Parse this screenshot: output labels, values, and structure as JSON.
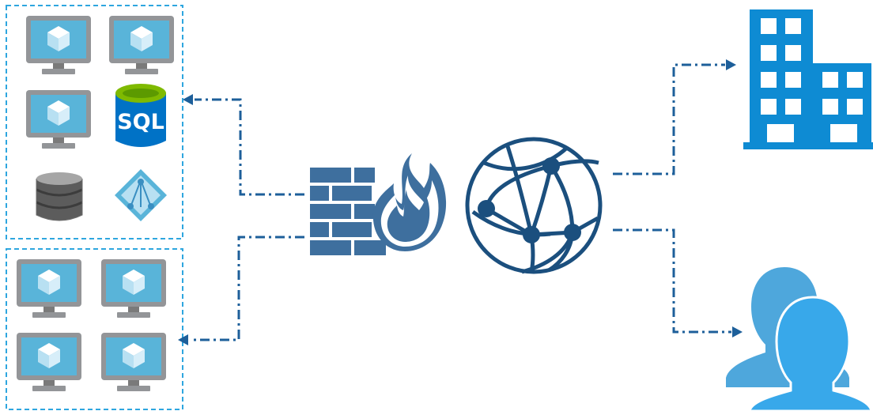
{
  "diagram": {
    "groups": [
      {
        "id": "group-top",
        "items": [
          {
            "kind": "vm",
            "icon": "virtual-machine-icon"
          },
          {
            "kind": "vm",
            "icon": "virtual-machine-icon"
          },
          {
            "kind": "vm",
            "icon": "virtual-machine-icon"
          },
          {
            "kind": "sql",
            "icon": "sql-database-icon",
            "label": "SQL"
          },
          {
            "kind": "storage",
            "icon": "disk-storage-icon"
          },
          {
            "kind": "network",
            "icon": "virtual-network-icon"
          }
        ]
      },
      {
        "id": "group-bottom",
        "items": [
          {
            "kind": "vm",
            "icon": "virtual-machine-icon"
          },
          {
            "kind": "vm",
            "icon": "virtual-machine-icon"
          },
          {
            "kind": "vm",
            "icon": "virtual-machine-icon"
          },
          {
            "kind": "vm",
            "icon": "virtual-machine-icon"
          }
        ]
      }
    ],
    "nodes": [
      {
        "id": "firewall",
        "icon": "firewall-icon"
      },
      {
        "id": "internet",
        "icon": "globe-network-icon"
      },
      {
        "id": "office",
        "icon": "office-building-icon"
      },
      {
        "id": "users",
        "icon": "users-icon"
      }
    ],
    "connectors": [
      {
        "from": "firewall",
        "to": "group-top",
        "style": "dash-dot",
        "arrow": true
      },
      {
        "from": "firewall",
        "to": "group-bottom",
        "style": "dash-dot",
        "arrow": true
      },
      {
        "from": "internet",
        "to": "office",
        "style": "dash-dot",
        "arrow": true
      },
      {
        "from": "internet",
        "to": "users",
        "style": "dash-dot",
        "arrow": true
      }
    ],
    "colors": {
      "group_border": "#2ea6df",
      "connector": "#1d5f9a",
      "firewall": "#3e6f9e",
      "globe": "#1b4f7e",
      "building": "#0e8bd3",
      "users": "#38a8ea",
      "vm_screen": "#59b4d9",
      "vm_frame": "#939598",
      "sql": "#0072c6",
      "sql_top": "#7fba00"
    }
  }
}
